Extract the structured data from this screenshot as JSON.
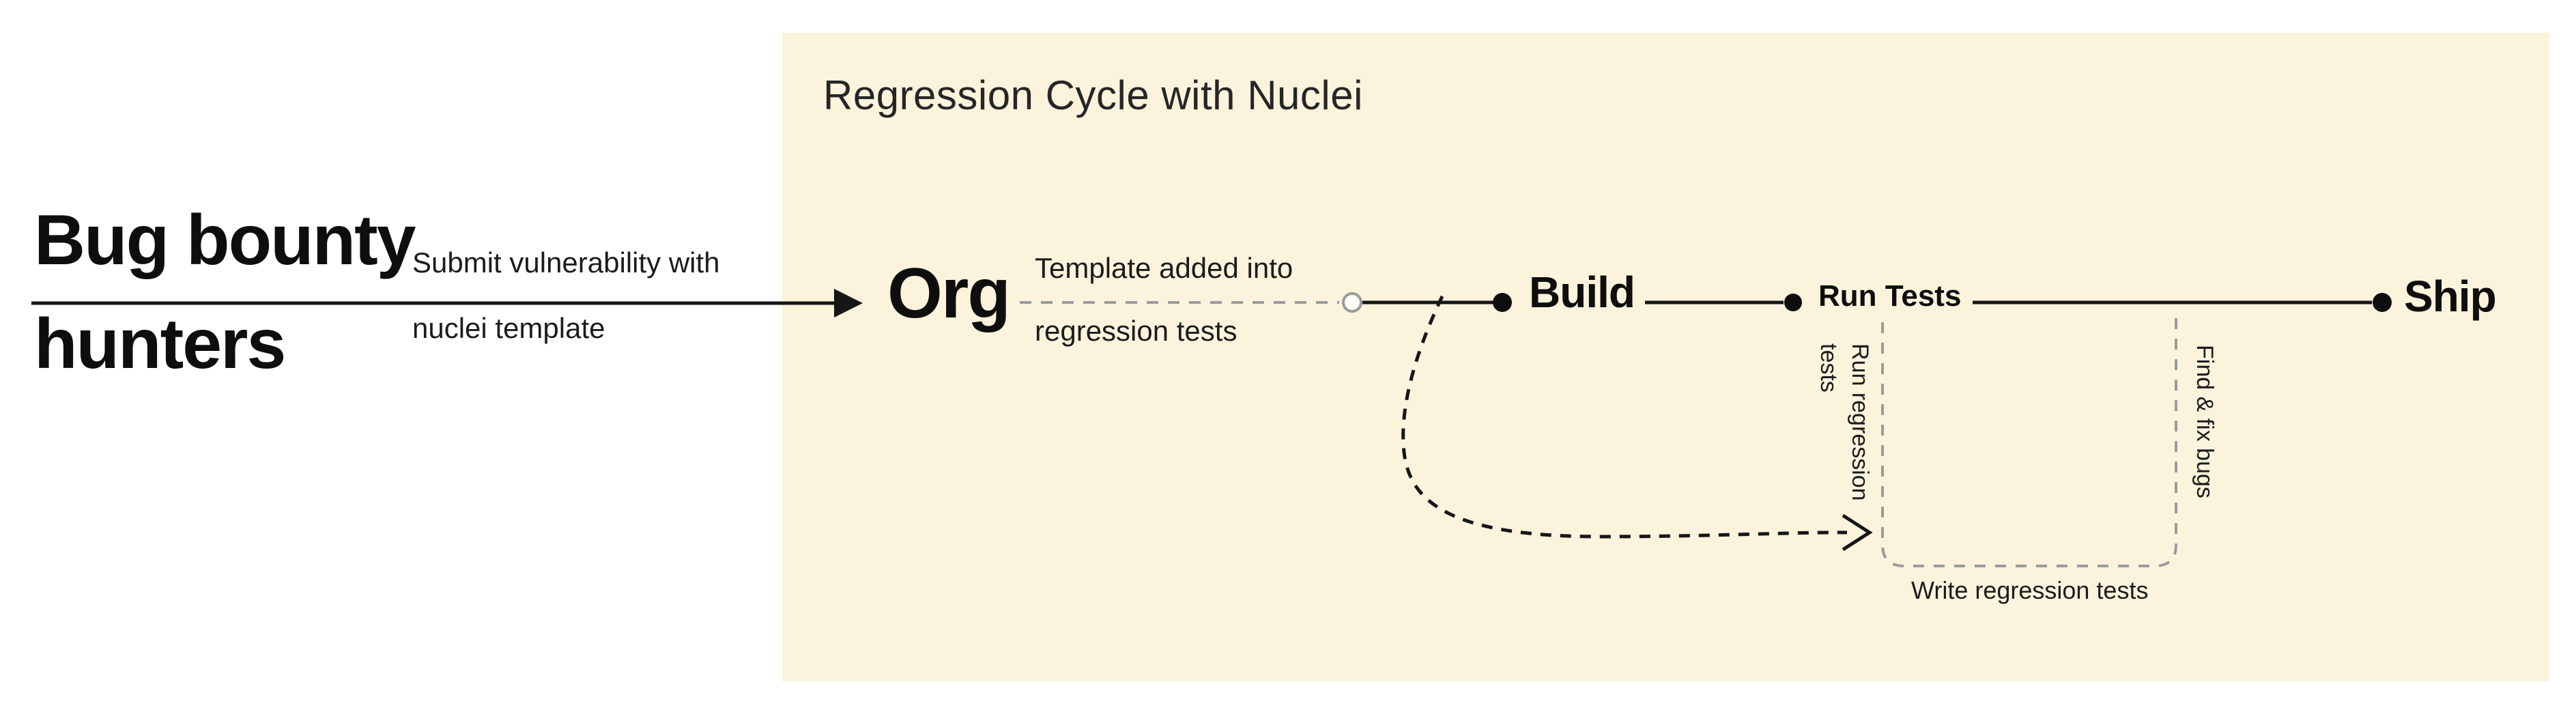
{
  "colors": {
    "background": "#ffffff",
    "panel": "#FBF3DC",
    "ink": "#161616",
    "dashed_gray": "#9b9b9b"
  },
  "actor": {
    "line1": "Bug bounty",
    "line2": "hunters"
  },
  "submit_arrow_label": {
    "line1": "Submit vulnerability with",
    "line2": "nuclei template"
  },
  "panel": {
    "title": "Regression Cycle with Nuclei",
    "org_label": "Org",
    "template_label": {
      "line1": "Template added into",
      "line2": "regression tests"
    },
    "nodes": {
      "build": "Build",
      "run_tests": "Run Tests",
      "ship": "Ship"
    },
    "loop_labels": {
      "run_regression": "Run regression tests",
      "find_fix": "Find & fix bugs",
      "write_tests": "Write regression tests"
    }
  }
}
